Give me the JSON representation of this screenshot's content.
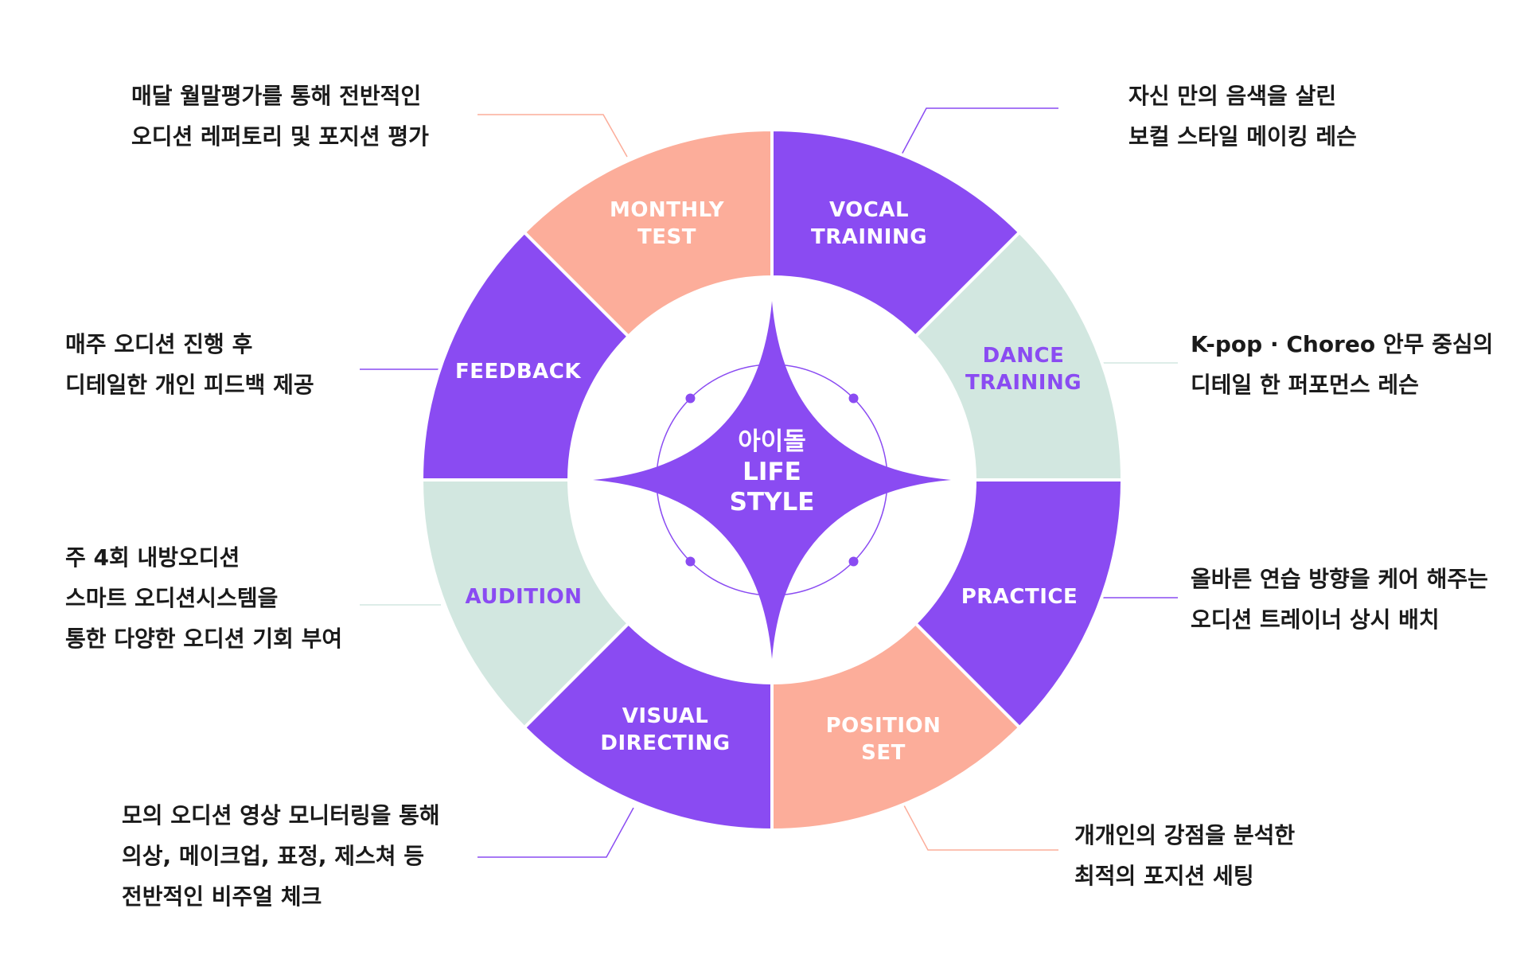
{
  "colors": {
    "purple": "#8a4bf2",
    "salmon": "#fcad9a",
    "mint": "#d2e7e0",
    "white": "#ffffff"
  },
  "center": {
    "lines": [
      "아이돌",
      "LIFE",
      "STYLE"
    ]
  },
  "segments": [
    {
      "id": "vocal-training",
      "lines": [
        "VOCAL",
        "TRAINING"
      ],
      "color": "purple",
      "description": [
        "자신 만의 음색을 살린",
        "보컬 스타일 메이킹 레슨"
      ]
    },
    {
      "id": "dance-training",
      "lines": [
        "DANCE",
        "TRAINING"
      ],
      "color": "mint",
      "description": [
        "K-pop · Choreo 안무 중심의",
        "디테일 한 퍼포먼스 레슨"
      ]
    },
    {
      "id": "practice",
      "lines": [
        "PRACTICE"
      ],
      "color": "purple",
      "description": [
        "올바른 연습 방향을 케어 해주는",
        "오디션 트레이너 상시 배치"
      ]
    },
    {
      "id": "position-set",
      "lines": [
        "POSITION",
        "SET"
      ],
      "color": "salmon",
      "description": [
        "개개인의 강점을 분석한",
        "최적의 포지션 세팅"
      ]
    },
    {
      "id": "visual-directing",
      "lines": [
        "VISUAL",
        "DIRECTING"
      ],
      "color": "purple",
      "description": [
        "모의 오디션 영상 모니터링을 통해",
        "의상, 메이크업, 표정, 제스쳐 등",
        "전반적인 비주얼 체크"
      ]
    },
    {
      "id": "audition",
      "lines": [
        "AUDITION"
      ],
      "color": "mint",
      "description": [
        "주 4회 내방오디션",
        "스마트 오디션시스템을",
        "통한 다양한 오디션 기회 부여"
      ]
    },
    {
      "id": "feedback",
      "lines": [
        "FEEDBACK"
      ],
      "color": "purple",
      "description": [
        "매주 오디션 진행 후",
        "디테일한 개인 피드백 제공"
      ]
    },
    {
      "id": "monthly-test",
      "lines": [
        "MONTHLY",
        "TEST"
      ],
      "color": "salmon",
      "description": [
        "매달 월말평가를 통해 전반적인",
        "오디션 레퍼토리 및 포지션 평가"
      ]
    }
  ]
}
